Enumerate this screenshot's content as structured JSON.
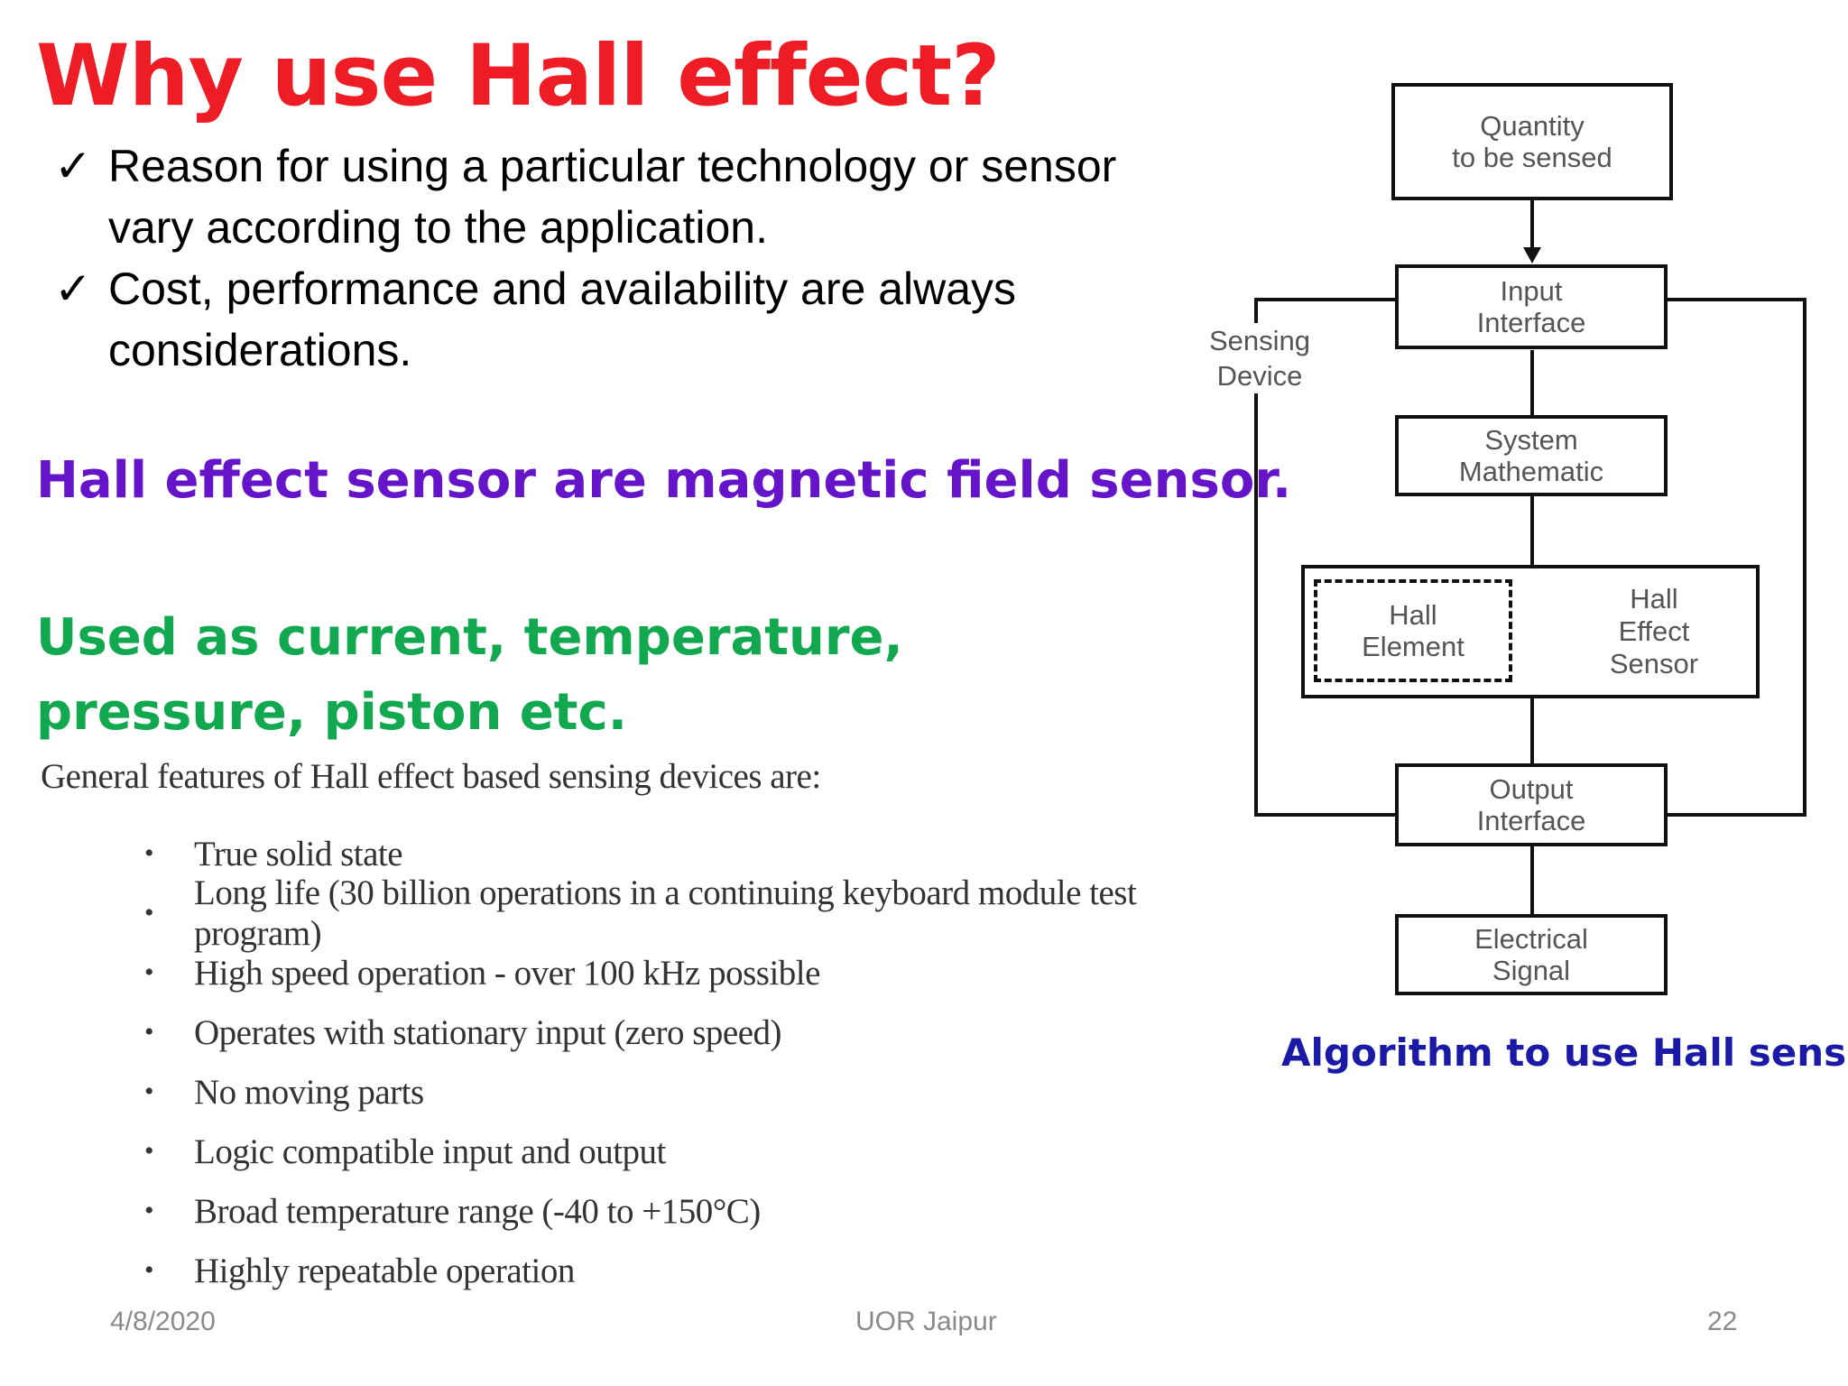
{
  "title": "Why use Hall effect?",
  "checks": [
    {
      "mark": "✓",
      "text": "Reason for using a particular technology or sensor vary according to the application."
    },
    {
      "mark": "✓",
      "text": "Cost, performance and availability are always considerations."
    }
  ],
  "statement1": "Hall effect sensor are magnetic field sensor.",
  "statement2": "Used as current, temperature, pressure, piston etc.",
  "features": {
    "heading": "General features of Hall effect based sensing devices are:",
    "bullet": "•",
    "items": [
      "True solid state",
      "Long life (30 billion operations in a continuing keyboard module test program)",
      "High speed operation - over 100 kHz possible",
      "Operates with stationary input (zero speed)",
      "No moving parts",
      "Logic compatible input and output",
      "Broad temperature range (-40 to +150°C)",
      "Highly repeatable operation"
    ]
  },
  "diagram": {
    "quantity": "Quantity\nto be sensed",
    "input": "Input\nInterface",
    "system": "System\nMathematic",
    "hall_element": "Hall\nElement",
    "hall_sensor": "Hall\nEffect\nSensor",
    "output": "Output\nInterface",
    "signal": "Electrical\nSignal",
    "side_label": "Sensing\nDevice",
    "caption": "Algorithm to use Hall sensor"
  },
  "footer": {
    "date": "4/8/2020",
    "center": "UOR Jaipur",
    "page": "22"
  }
}
